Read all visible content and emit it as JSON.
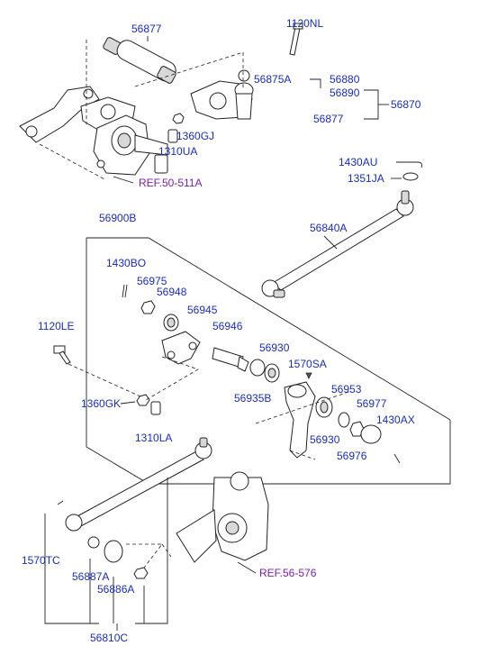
{
  "parts": {
    "p56877_top": "56877",
    "p1120NL": "1120NL",
    "p56875A": "56875A",
    "p56880": "56880",
    "p56890": "56890",
    "p56877_right": "56877",
    "p56870": "56870",
    "p1360GJ": "1360GJ",
    "p1310UA": "1310UA",
    "p1430AU": "1430AU",
    "p1351JA": "1351JA",
    "p56900B": "56900B",
    "p56840A": "56840A",
    "p1430BO": "1430BO",
    "p56975": "56975",
    "p56948": "56948",
    "p56945": "56945",
    "p1120LE": "1120LE",
    "p56946": "56946",
    "p56930_top": "56930",
    "p1570SA": "1570SA",
    "p56935B": "56935B",
    "p56953": "56953",
    "p56977": "56977",
    "p1430AX": "1430AX",
    "p1360GK": "1360GK",
    "p56930_bot": "56930",
    "p56976": "56976",
    "p1310LA": "1310LA",
    "p1570TC": "1570TC",
    "p56887A": "56887A",
    "p56886A": "56886A",
    "p56810C": "56810C"
  },
  "refs": {
    "ref_top": "REF.50-511A",
    "ref_bottom": "REF.56-576"
  }
}
